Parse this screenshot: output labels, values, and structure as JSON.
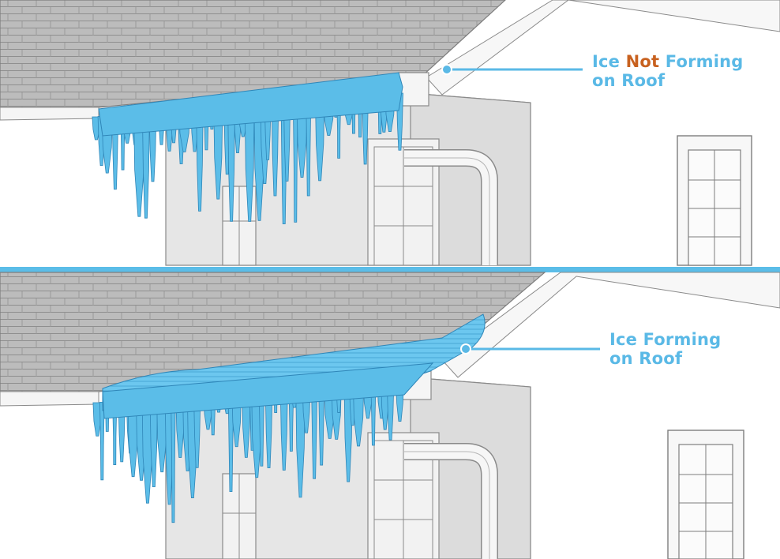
{
  "panels": {
    "top": {
      "callout": {
        "word1": "Ice",
        "accent_word": "Not",
        "word2": "Forming",
        "line2": "on Roof"
      }
    },
    "bottom": {
      "callout": {
        "line1": "Ice Forming",
        "line2": "on Roof"
      }
    }
  },
  "colors": {
    "ice": "#5bbde8",
    "callout_text": "#5ab9e6",
    "accent": "#c8611f",
    "divider": "#5bbde8",
    "roof": "#b9b9b9",
    "wall": "#e6e6e6"
  }
}
